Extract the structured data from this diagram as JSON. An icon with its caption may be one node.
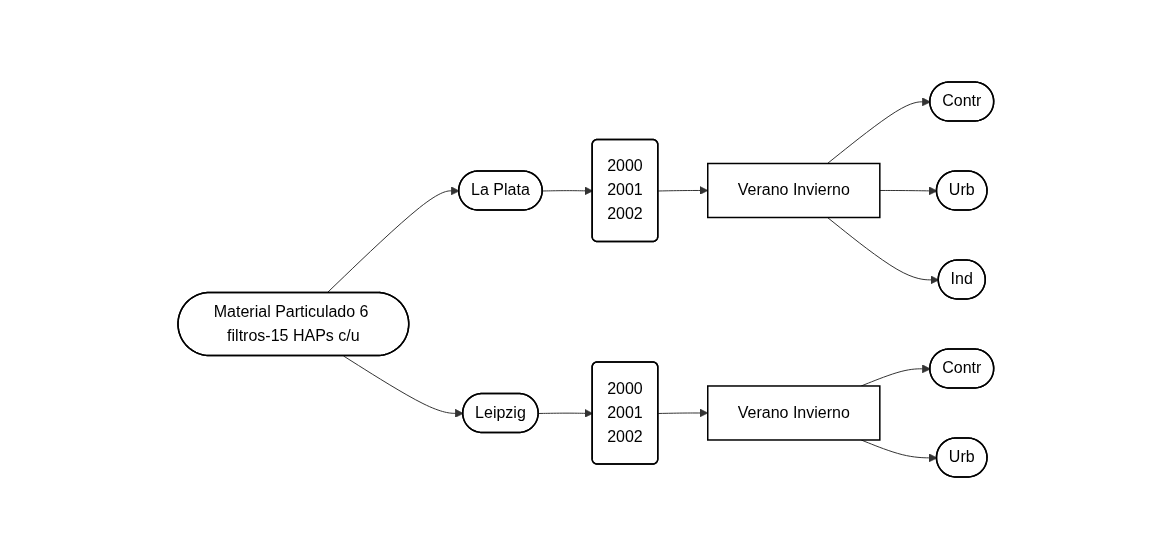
{
  "diagram": {
    "nodes": [
      {
        "text": [
          "Material Particulado 6 filtros-15 HAPs c/u"
        ]
      },
      {
        "text": [
          "La Plata"
        ]
      },
      {
        "text": [
          "2000",
          "2001",
          "2002"
        ]
      },
      {
        "text": [
          "Verano Invierno"
        ]
      },
      {
        "text": [
          "Contr"
        ]
      },
      {
        "text": [
          "Urb"
        ]
      },
      {
        "text": [
          "Ind"
        ]
      },
      {
        "text": [
          "Leipzig"
        ]
      },
      {
        "text": [
          "2000",
          "2001",
          "2002"
        ]
      },
      {
        "text": [
          "Verano Invierno"
        ]
      },
      {
        "text": [
          "Contr"
        ]
      },
      {
        "text": [
          "Urb"
        ]
      }
    ],
    "edges": [
      {
        "from": 0,
        "to": 1,
        "arrow": "to"
      },
      {
        "from": 1,
        "to": 2,
        "arrow": "to"
      },
      {
        "from": 2,
        "to": 3,
        "arrow": "to"
      },
      {
        "from": 3,
        "to": 4,
        "arrow": "to"
      },
      {
        "from": 3,
        "to": 5,
        "arrow": "to"
      },
      {
        "from": 3,
        "to": 6,
        "arrow": "to"
      },
      {
        "from": 0,
        "to": 7,
        "arrow": "to"
      },
      {
        "from": 7,
        "to": 8,
        "arrow": "to"
      },
      {
        "from": 8,
        "to": 9,
        "arrow": "to"
      },
      {
        "from": 9,
        "to": 10,
        "arrow": "to"
      },
      {
        "from": 9,
        "to": 11,
        "arrow": "to"
      }
    ]
  }
}
